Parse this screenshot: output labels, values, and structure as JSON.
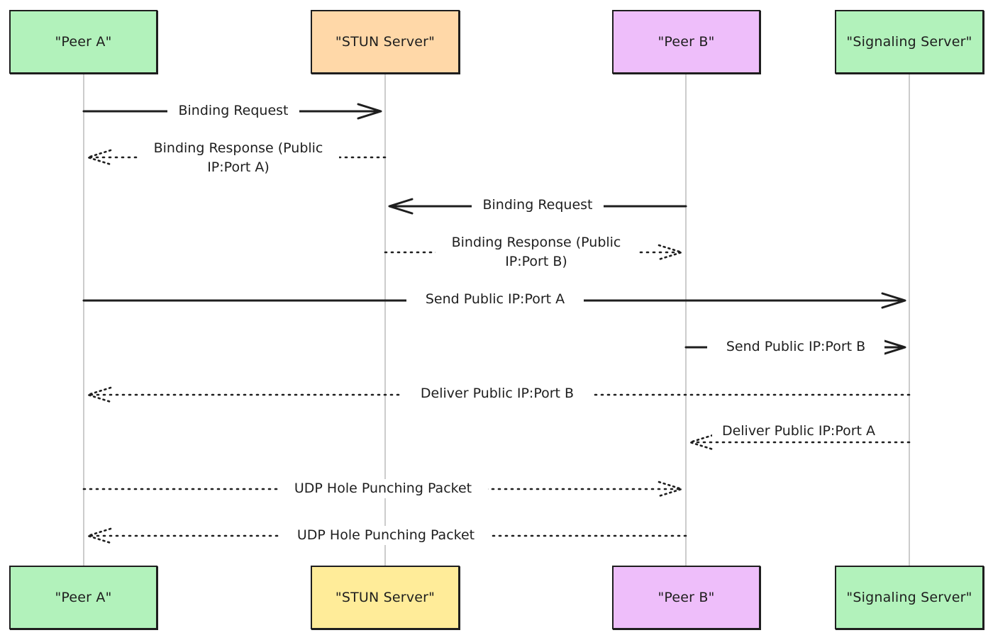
{
  "diagram": {
    "type": "sequence",
    "colors": {
      "peer": "#b2f2bb",
      "stun_top": "#ffd8a8",
      "stun_bottom": "#ffec99",
      "peer_b": "#eebefa",
      "signaling": "#b2f2bb",
      "stroke": "#1e1e1e",
      "lifeline": "#9a9a9a"
    },
    "participants": [
      {
        "id": "peer_a",
        "label": "\"Peer A\"",
        "color_top": "#b2f2bb",
        "color_bottom": "#b2f2bb"
      },
      {
        "id": "stun",
        "label": "\"STUN Server\"",
        "color_top": "#ffd8a8",
        "color_bottom": "#ffec99"
      },
      {
        "id": "peer_b",
        "label": "\"Peer B\"",
        "color_top": "#eebefa",
        "color_bottom": "#eebefa"
      },
      {
        "id": "signaling",
        "label": "\"Signaling Server\"",
        "color_top": "#b2f2bb",
        "color_bottom": "#b2f2bb"
      }
    ],
    "messages": [
      {
        "from": "peer_a",
        "to": "stun",
        "style": "solid",
        "label": "Binding Request"
      },
      {
        "from": "stun",
        "to": "peer_a",
        "style": "dotted",
        "label": "Binding Response (Public IP:Port A)"
      },
      {
        "from": "peer_b",
        "to": "stun",
        "style": "solid",
        "label": "Binding Request"
      },
      {
        "from": "stun",
        "to": "peer_b",
        "style": "dotted",
        "label": "Binding Response (Public IP:Port B)"
      },
      {
        "from": "peer_a",
        "to": "signaling",
        "style": "solid",
        "label": "Send Public IP:Port A"
      },
      {
        "from": "peer_b",
        "to": "signaling",
        "style": "solid",
        "label": "Send Public IP:Port B"
      },
      {
        "from": "signaling",
        "to": "peer_a",
        "style": "dotted",
        "label": "Deliver Public IP:Port B"
      },
      {
        "from": "signaling",
        "to": "peer_b",
        "style": "dotted",
        "label": "Deliver Public IP:Port A"
      },
      {
        "from": "peer_a",
        "to": "peer_b",
        "style": "dotted",
        "label": "UDP Hole Punching Packet"
      },
      {
        "from": "peer_b",
        "to": "peer_a",
        "style": "dotted",
        "label": "UDP Hole Punching Packet"
      }
    ]
  }
}
